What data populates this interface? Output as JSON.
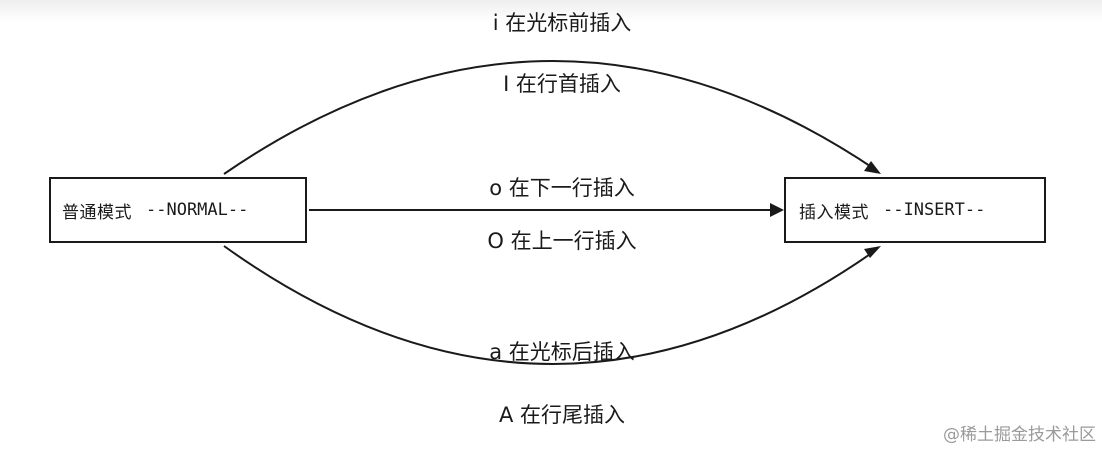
{
  "normal_mode": {
    "name": "普通模式",
    "tag": "--NORMAL--"
  },
  "insert_mode": {
    "name": "插入模式",
    "tag": "--INSERT--"
  },
  "transitions": {
    "top_arc": {
      "label_above": "i 在光标前插入",
      "label_below": "I 在行首插入"
    },
    "middle_line": {
      "label_above": "o 在下一行插入",
      "label_below": "O 在上一行插入"
    },
    "bottom_arc": {
      "label_above": "a 在光标后插入",
      "label_below": "A 在行尾插入"
    }
  },
  "watermark": "@稀土掘金技术社区",
  "colors": {
    "line": "#1a1a1a",
    "text": "#1a1a1a",
    "watermark": "#9a9a9a"
  }
}
